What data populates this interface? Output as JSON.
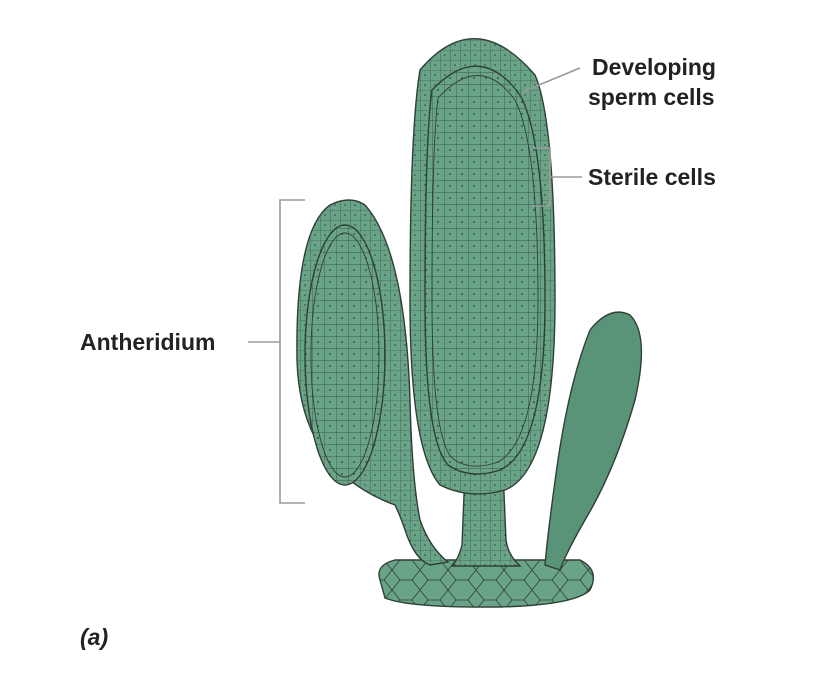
{
  "labels": {
    "developing_sperm_line1": "Developing",
    "developing_sperm_line2": "sperm cells",
    "sterile_cells": "Sterile cells",
    "antheridium": "Antheridium",
    "panel": "(a)"
  },
  "colors": {
    "tissue": "#6aa488",
    "tissue_dark": "#5a9478",
    "outline": "#2f3f35",
    "leader": "#9a9a9a",
    "background": "#ffffff",
    "text": "#222222"
  }
}
